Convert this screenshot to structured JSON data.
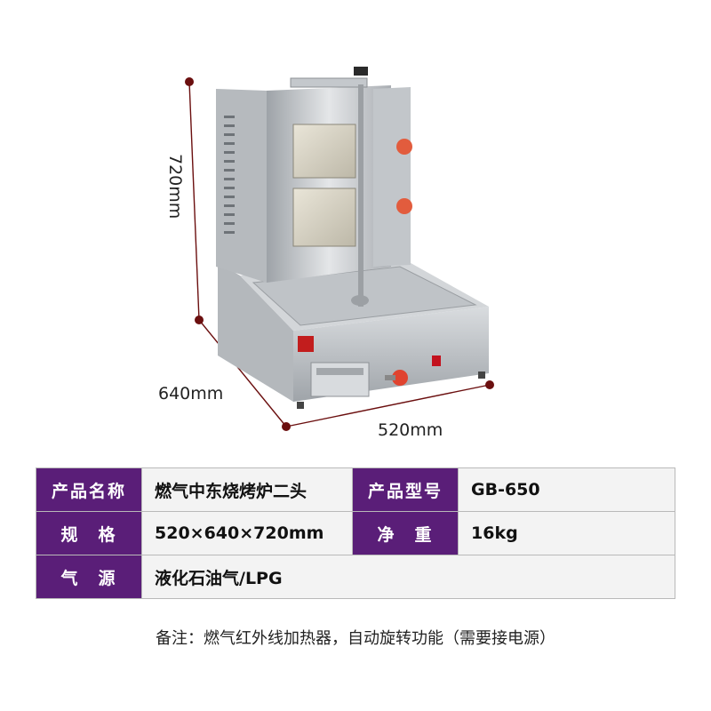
{
  "dimensions": {
    "height": "720mm",
    "depth": "640mm",
    "width": "520mm"
  },
  "colors": {
    "header_bg": "#5a1e78",
    "value_bg": "#f3f3f3",
    "dimension_line": "#6b0f0f",
    "steel": "#c9ccd0"
  },
  "specs": [
    [
      {
        "label": "产品名称",
        "value": "燃气中东烧烤炉二头"
      },
      {
        "label": "产品型号",
        "value": "GB-650"
      }
    ],
    [
      {
        "label": "规　格",
        "value": "520×640×720mm"
      },
      {
        "label": "净　重",
        "value": "16kg"
      }
    ],
    [
      {
        "label": "气　源",
        "value": "液化石油气/LPG"
      }
    ]
  ],
  "note": "备注：燃气红外线加热器，自动旋转功能（需要接电源）"
}
